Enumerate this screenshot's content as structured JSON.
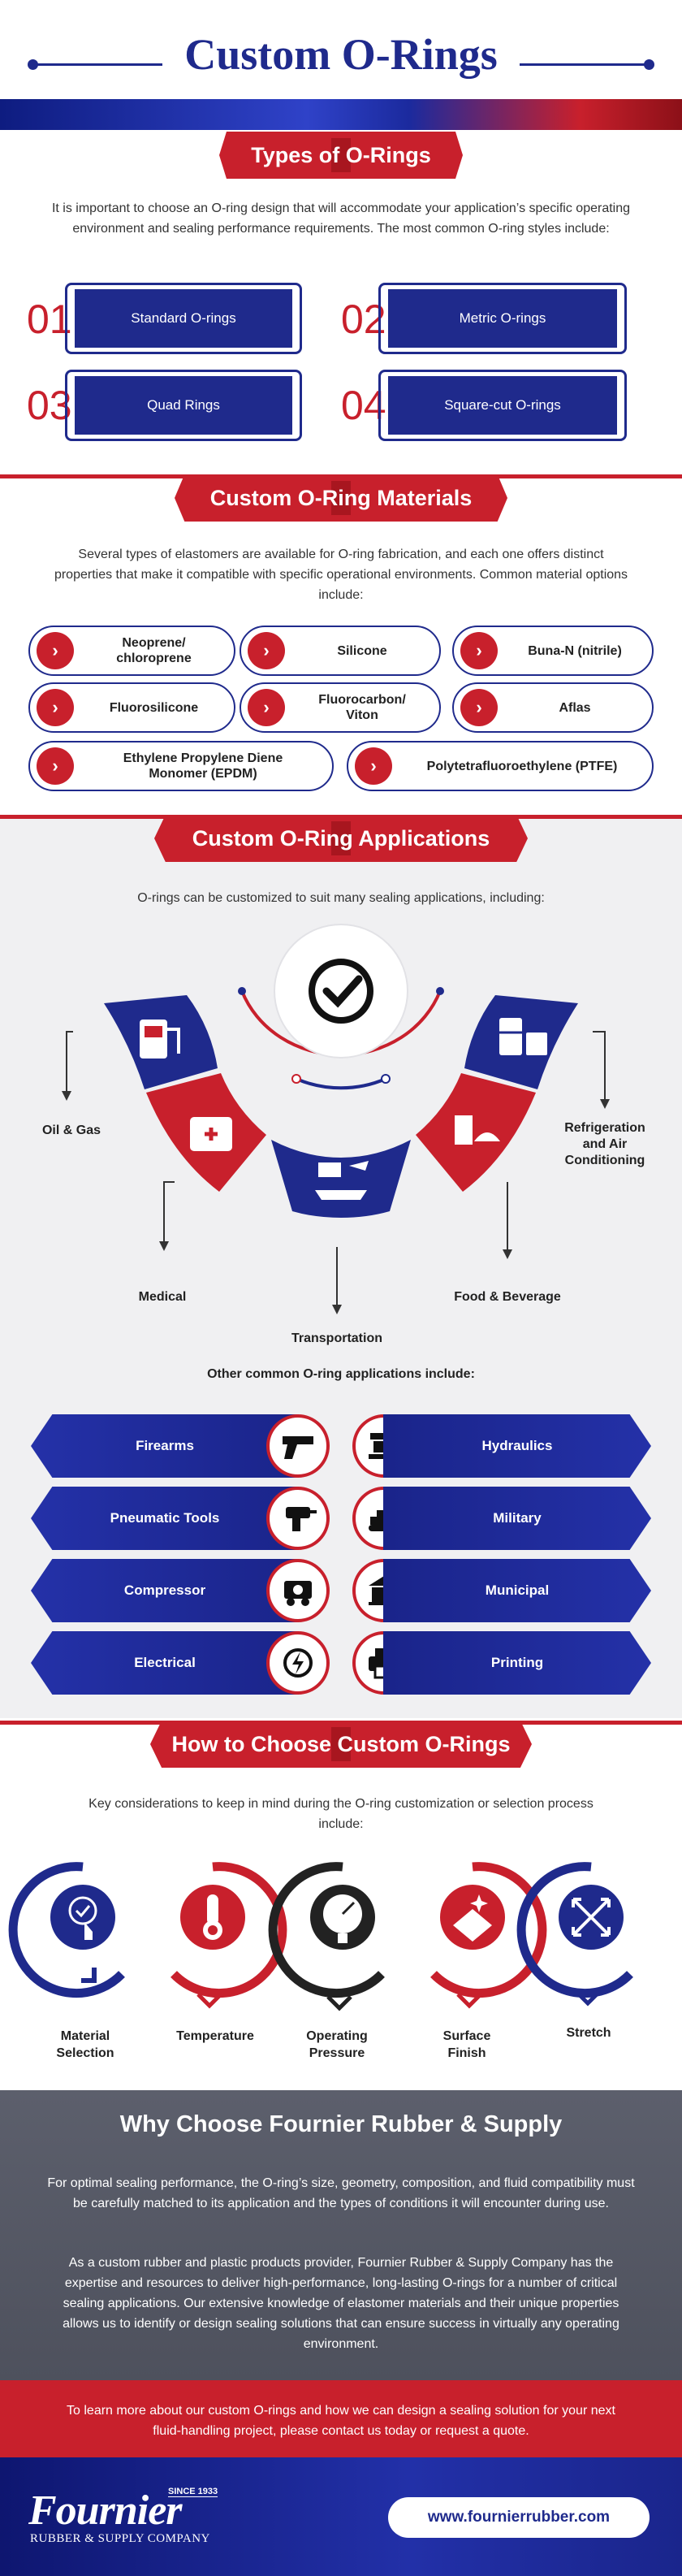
{
  "header": {
    "title": "Custom O-Rings"
  },
  "types": {
    "heading": "Types of O-Rings",
    "intro": "It is important to choose an O-ring design that will accommodate your application’s specific operating environment and sealing performance requirements. The most common O-ring styles include:",
    "items": [
      {
        "num": "01",
        "label": "Standard O-rings"
      },
      {
        "num": "02",
        "label": "Metric O-rings"
      },
      {
        "num": "03",
        "label": "Quad Rings"
      },
      {
        "num": "04",
        "label": "Square-cut O-rings"
      }
    ]
  },
  "materials": {
    "heading": "Custom O-Ring Materials",
    "intro": "Several types of elastomers are available for O-ring fabrication, and each one offers distinct properties that make it compatible with specific operational environments. Common material options include:",
    "items": [
      "Neoprene/\nchloroprene",
      "Silicone",
      "Buna-N (nitrile)",
      "Fluorosilicone",
      "Fluorocarbon/\nViton",
      "Aflas",
      "Ethylene Propylene Diene\nMonomer (EPDM)",
      "Polytetrafluoroethylene (PTFE)"
    ]
  },
  "applications": {
    "heading": "Custom O-Ring Applications",
    "intro": "O-rings can be customized to suit many sealing applications, including:",
    "labels": {
      "oil_gas": "Oil & Gas",
      "refrigeration": "Refrigeration\nand Air\nConditioning",
      "medical": "Medical",
      "food": "Food & Beverage",
      "transportation": "Transportation"
    },
    "other_heading": "Other common O-ring applications include:",
    "other": [
      {
        "left": "Firearms",
        "right": "Hydraulics"
      },
      {
        "left": "Pneumatic Tools",
        "right": "Military"
      },
      {
        "left": "Compressor",
        "right": "Municipal"
      },
      {
        "left": "Electrical",
        "right": "Printing"
      }
    ]
  },
  "choose": {
    "heading": "How to Choose Custom O-Rings",
    "intro": "Key considerations to keep in mind during the O-ring customization or selection process include:",
    "items": [
      "Material\nSelection",
      "Temperature",
      "Operating\nPressure",
      "Surface\nFinish",
      "Stretch"
    ]
  },
  "why": {
    "title": "Why Choose Fournier Rubber & Supply",
    "p1": "For optimal sealing performance, the O-ring’s size, geometry, composition, and fluid compatibility must be carefully matched to its application and the types of conditions it will encounter during use.",
    "p2": "As a custom rubber and plastic products provider, Fournier Rubber & Supply Company has the expertise and resources to deliver high-performance, long-lasting O-rings for a number of critical sealing applications. Our extensive knowledge of elastomer materials and their unique properties allows us to identify or design sealing solutions that can ensure success in virtually any operating environment."
  },
  "cta": "To learn more about our custom O-rings and how we can design a sealing solution for your next fluid-handling project, please contact us today or request a quote.",
  "footer": {
    "logo_name": "Fournier",
    "logo_since": "SINCE 1933",
    "logo_sub": "RUBBER & SUPPLY COMPANY",
    "url": "www.fournierrubber.com"
  },
  "colors": {
    "navy": "#1f2a8c",
    "red": "#c8202c",
    "gray": "#5c5f6c"
  }
}
